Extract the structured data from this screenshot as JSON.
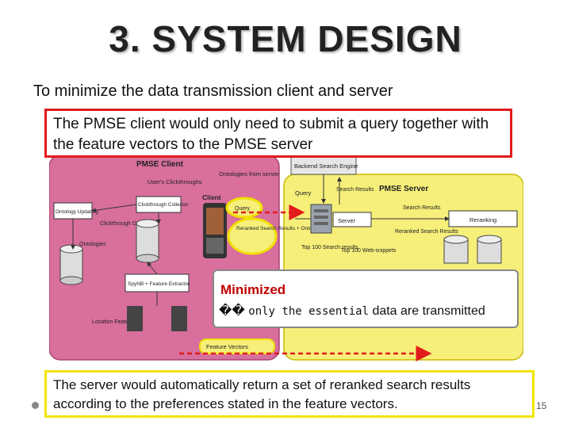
{
  "slide": {
    "title": "3. SYSTEM DESIGN",
    "subtitle": "To minimize the data transmission client and server",
    "red_note": "The PMSE client would only need to submit a query together with the feature vectors to the PMSE server",
    "minimized_title": "Minimized",
    "minimized_glyphs": "��",
    "minimized_mono": "only the essential",
    "minimized_tail": "data are transmitted",
    "yellow_note": "The server would automatically return a set of reranked search results according to the preferences stated in the feature vectors.",
    "page_number": "15"
  },
  "diagram": {
    "client_title": "PMSE Client",
    "server_title": "PMSE Server",
    "search_engine": "Backend Search Engine",
    "ontologies_from_server": "Ontologies from server",
    "users_clickthroughs": "User's Clickthroughs",
    "client_label": "Client",
    "clickthrough_collector": "Clickthrough Collector",
    "ontology_updating": "Ontology Updating",
    "clickthrough_data": "Clickthrough Data",
    "ontologies": "Ontologies",
    "query": "Query",
    "reranked_search_results_ontologies": "Reranked Search Results + Ontologies",
    "server_query": "Query",
    "server_search_results": "Search Results",
    "search_results": "Search Results",
    "reranking": "Reranking",
    "server": "Server",
    "reranked_search_results": "Reranked Search Results",
    "top100_search_results": "Top 100 Search results",
    "top100_web_snippets": "Top 100 Web-snippets",
    "spynb": "SpyNB + Feature Extractor",
    "location_features": "Location Features",
    "feature_vectors": "Feature Vectors",
    "colors": {
      "client_bg": "#d86f9c",
      "server_bg": "#f6ef7a",
      "highlight": "#f0e000",
      "arrow": "#e21b1b"
    }
  }
}
